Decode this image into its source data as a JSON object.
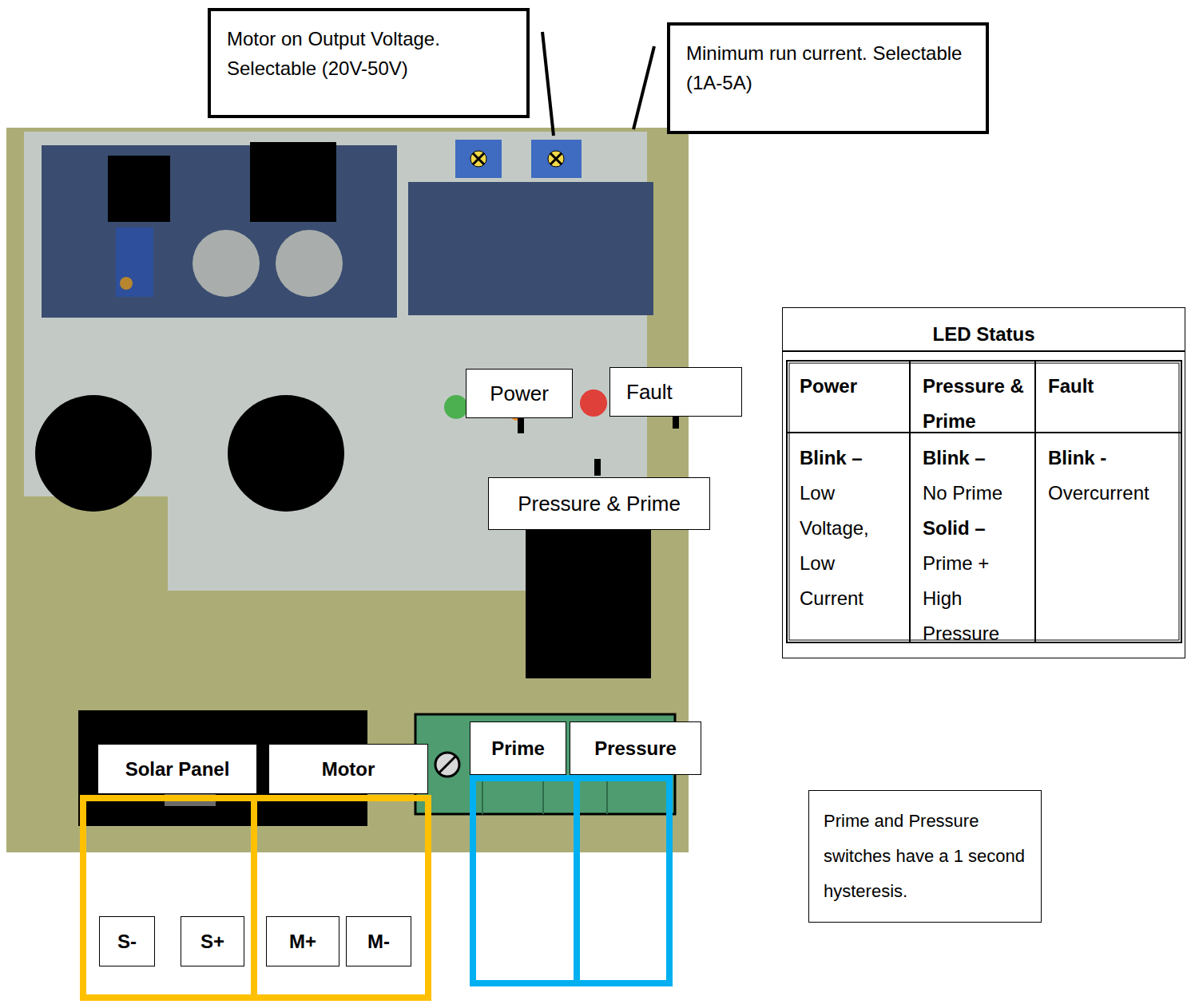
{
  "diagram": {
    "nodes": [
      {
        "text": [
          "Motor on Output Voltage. Selectable (20V-50V)"
        ]
      },
      {
        "text": [
          "Minimum run current. Selectable (1A-5A)"
        ]
      },
      {
        "text": [
          "LED Status"
        ]
      },
      {
        "text": [
          "Power"
        ]
      },
      {
        "text": [
          "Fault"
        ]
      },
      {
        "text": [
          "Pressure & Prime"
        ]
      },
      {
        "text": [
          "Prime"
        ]
      },
      {
        "text": [
          "Pressure"
        ]
      },
      {
        "text": [
          "Solar Panel"
        ]
      },
      {
        "text": [
          "Motor"
        ]
      },
      {
        "text": [
          "Prime and Pressure switches have a 1 second hysteresis."
        ]
      },
      {
        "text": [
          "S-"
        ]
      },
      {
        "text": [
          "S+"
        ]
      },
      {
        "text": [
          "M+"
        ]
      },
      {
        "text": [
          "M-"
        ]
      }
    ],
    "labels": [
      "Power",
      "Pressure & Prime",
      "Fault",
      "Blink –",
      "Low Voltage, Low Current",
      "Blink –",
      "No Prime",
      "Solid –",
      "Prime + High Pressure",
      "Blink -",
      "Overcurrent"
    ]
  }
}
